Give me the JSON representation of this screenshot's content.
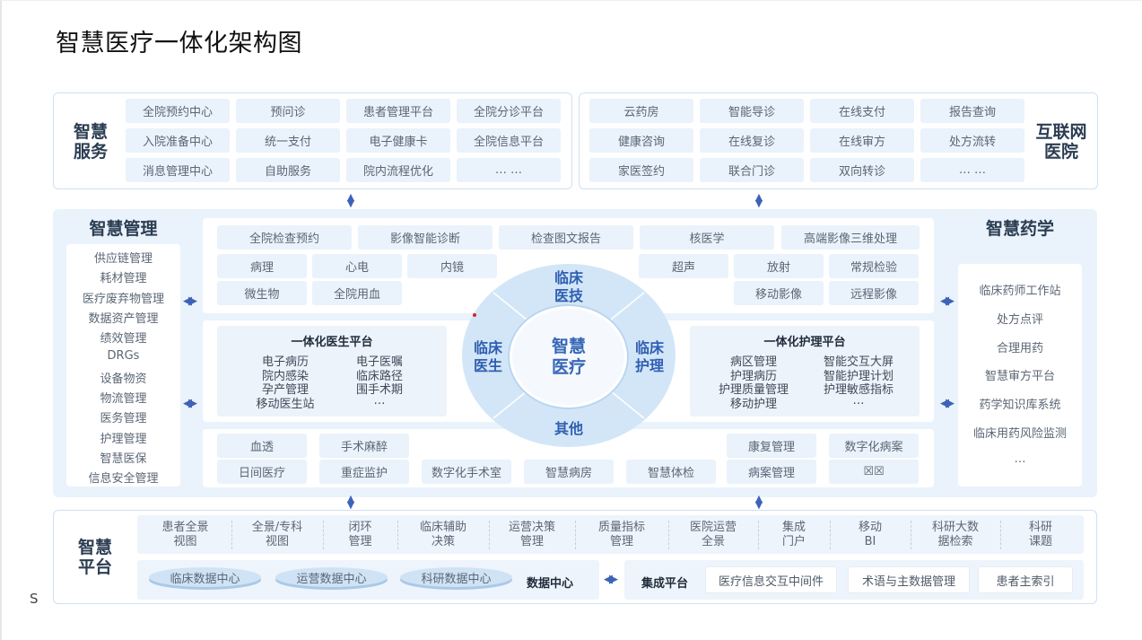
{
  "title": "智慧医疗一体化架构图",
  "stray_char": "S",
  "smart_service": {
    "label_line1": "智慧",
    "label_line2": "服务",
    "items": [
      "全院预约中心",
      "预问诊",
      "患者管理平台",
      "全院分诊平台",
      "入院准备中心",
      "统一支付",
      "电子健康卡",
      "全院信息平台",
      "消息管理中心",
      "自助服务",
      "院内流程优化",
      "… …"
    ]
  },
  "internet_hospital": {
    "label_line1": "互联网",
    "label_line2": "医院",
    "items": [
      "云药房",
      "智能导诊",
      "在线支付",
      "报告查询",
      "健康咨询",
      "在线复诊",
      "在线审方",
      "处方流转",
      "家医签约",
      "联合门诊",
      "双向转诊",
      "… …"
    ]
  },
  "smart_management": {
    "label": "智慧管理",
    "items": [
      "供应链管理",
      "耗材管理",
      "医疗废弃物管理",
      "数据资产管理",
      "绩效管理",
      "DRGs",
      "设备物资",
      "物流管理",
      "医务管理",
      "护理管理",
      "智慧医保",
      "信息安全管理"
    ]
  },
  "smart_pharmacy": {
    "label": "智慧药学",
    "items": [
      "临床药师工作站",
      "处方点评",
      "合理用药",
      "智慧审方平台",
      "药学知识库系统",
      "临床用药风险监测",
      "…"
    ]
  },
  "medtech": {
    "row1": [
      "全院检查预约",
      "影像智能诊断",
      "检查图文报告",
      "核医学",
      "高端影像三维处理"
    ],
    "row2_left": [
      "病理",
      "心电",
      "内镜"
    ],
    "row2_right": [
      "超声",
      "放射",
      "常规检验"
    ],
    "row3_left": [
      "微生物",
      "全院用血"
    ],
    "row3_right": [
      "移动影像",
      "远程影像"
    ]
  },
  "doctor_platform": {
    "title": "一体化医生平台",
    "items": [
      "电子病历",
      "电子医嘱",
      "院内感染",
      "临床路径",
      "孕产管理",
      "围手术期",
      "移动医生站",
      "…"
    ]
  },
  "nursing_platform": {
    "title": "一体化护理平台",
    "items": [
      "病区管理",
      "智能交互大屏",
      "护理病历",
      "智能护理计划",
      "护理质量管理",
      "护理敏感指标",
      "移动护理",
      "…"
    ]
  },
  "center": {
    "top": "临床\n医技",
    "left": "临床\n医生",
    "right": "临床\n护理",
    "bottom": "其他",
    "core": "智慧\n医疗"
  },
  "others": {
    "row1_left": [
      "血透",
      "手术麻醉"
    ],
    "row1_right": [
      "康复管理",
      "数字化病案"
    ],
    "row2": [
      "日间医疗",
      "重症监护",
      "数字化手术室",
      "智慧病房",
      "智慧体检",
      "病案管理",
      "☒☒"
    ]
  },
  "smart_platform": {
    "label_line1": "智慧",
    "label_line2": "平台",
    "capabilities": [
      "患者全景\n视图",
      "全景/专科\n视图",
      "闭环\n管理",
      "临床辅助\n决策",
      "运营决策\n管理",
      "质量指标\n管理",
      "医院运营\n全景",
      "集成\n门户",
      "移动\nBI",
      "科研大数\n据检索",
      "科研\n课题"
    ],
    "data_centers": [
      "临床数据中心",
      "运营数据中心",
      "科研数据中心"
    ],
    "data_center_label": "数据中心",
    "integration_label": "集成平台",
    "integration_items": [
      "医疗信息交互中间件",
      "术语与主数据管理",
      "患者主索引"
    ]
  },
  "colors": {
    "accent": "#3d63b8",
    "panel_bg": "#eaf3fc",
    "cell_bg": "#eaf2fb",
    "ring": "#d3e6f7"
  }
}
